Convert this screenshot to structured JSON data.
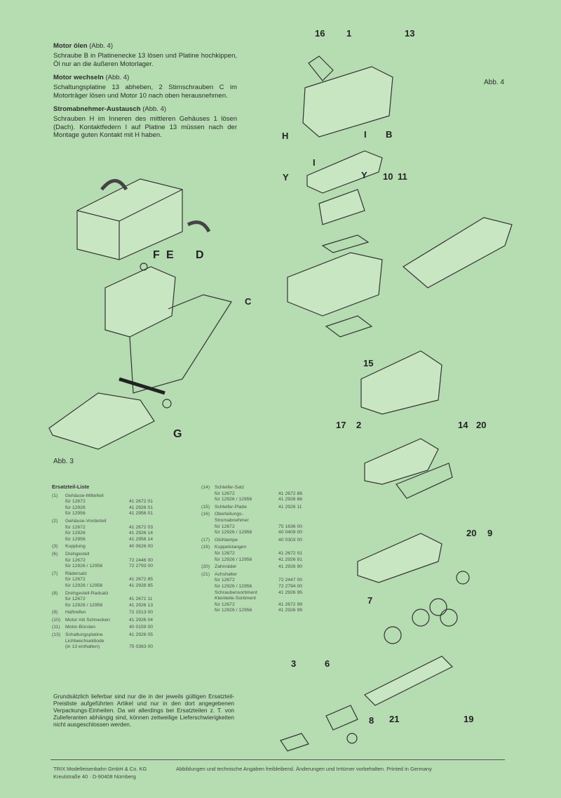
{
  "sections": [
    {
      "title": "Motor ölen",
      "ref": "(Abb. 4)",
      "text": "Schraube B in Platinenecke 13 lösen und Platine hochkippen, Öl nur an die äußeren Motorlager."
    },
    {
      "title": "Motor wechseln",
      "ref": "(Abb. 4)",
      "text": "Schaltungsplatine 13 abheben, 2 Stirnschrauben C im Motorträger lösen und Motor 10 nach oben herausnehmen."
    },
    {
      "title": "Stromabnehmer-Austausch",
      "ref": "(Abb. 4)",
      "text": "Schrauben H im Inneren des mittleren Gehäuses 1 lösen (Dach). Kontaktfedern I auf Platine 13 müssen nach der Montage guten Kontakt mit H haben."
    }
  ],
  "figures": {
    "abb3": "Abb. 3",
    "abb4": "Abb. 4"
  },
  "labels": {
    "l16": "16",
    "l1": "1",
    "l13": "13",
    "H": "H",
    "I1": "I",
    "B": "B",
    "I2": "I",
    "Y1": "Y",
    "Y2": "Y",
    "l10": "10",
    "l11": "11",
    "F": "F",
    "E": "E",
    "D": "D",
    "C": "C",
    "l15": "15",
    "G": "G",
    "l17": "17",
    "l2": "2",
    "l14": "14",
    "l20a": "20",
    "l20b": "20",
    "l9": "9",
    "l7": "7",
    "l3": "3",
    "l6": "6",
    "l8": "8",
    "l21": "21",
    "l19": "19"
  },
  "parts_title": "Ersatzteil-Liste",
  "parts_left": [
    {
      "n": "(1)",
      "t": "Gehäuse-Mittelteil",
      "c": ""
    },
    {
      "n": "",
      "t": "für 12672",
      "c": "41 2672 01"
    },
    {
      "n": "",
      "t": "für 12926",
      "c": "41 2926 01"
    },
    {
      "n": "",
      "t": "für 12956",
      "c": "41 2956 01"
    },
    {
      "n": "(2)",
      "t": "Gehäuse-Vorderteil",
      "c": ""
    },
    {
      "n": "",
      "t": "für 12672",
      "c": "41 2672 03"
    },
    {
      "n": "",
      "t": "für 12926",
      "c": "41 2926 14"
    },
    {
      "n": "",
      "t": "für 12956",
      "c": "41 2956 14"
    },
    {
      "n": "(3)",
      "t": "Kupplung",
      "c": "40 0626 00"
    },
    {
      "n": "(6)",
      "t": "Drehgestell",
      "c": ""
    },
    {
      "n": "",
      "t": "für 12672",
      "c": "72 2446 00"
    },
    {
      "n": "",
      "t": "für 12926 / 12956",
      "c": "72 2793 00"
    },
    {
      "n": "(7)",
      "t": "Rädersatz",
      "c": ""
    },
    {
      "n": "",
      "t": "für 12672",
      "c": "41 2672 85"
    },
    {
      "n": "",
      "t": "für 12926 / 12956",
      "c": "41 2928 85"
    },
    {
      "n": "(8)",
      "t": "Drehgestell-Radsatz",
      "c": ""
    },
    {
      "n": "",
      "t": "für 12672",
      "c": "41 2672 11"
    },
    {
      "n": "",
      "t": "für 12926 / 12956",
      "c": "41 2926 13"
    },
    {
      "n": "(9)",
      "t": "Haftreifen",
      "c": "72 1513 00"
    },
    {
      "n": "(10)",
      "t": "Motor mit Schnecken",
      "c": "41 2926 04"
    },
    {
      "n": "(11)",
      "t": "Motor-Bürsten",
      "c": "40 0159 00"
    },
    {
      "n": "(13)",
      "t": "Schaltungsplatine",
      "c": "41 2926 05"
    },
    {
      "n": "",
      "t": "Lichtwechseldiode",
      "c": ""
    },
    {
      "n": "",
      "t": "(in 13 enthalten)",
      "c": "75 0363 00"
    }
  ],
  "parts_right": [
    {
      "n": "(14)",
      "t": "Schleifer-Satz",
      "c": ""
    },
    {
      "n": "",
      "t": "für 12672",
      "c": "41 2672 86"
    },
    {
      "n": "",
      "t": "für 12926 / 12956",
      "c": "41 2926 86"
    },
    {
      "n": "(15)",
      "t": "Schleifer-Platte",
      "c": "41 2926 11"
    },
    {
      "n": "(16)",
      "t": "Oberleitungs-",
      "c": ""
    },
    {
      "n": "",
      "t": "Stromabnehmer",
      "c": ""
    },
    {
      "n": "",
      "t": "für 12672",
      "c": "75 1636 00"
    },
    {
      "n": "",
      "t": "für 12926 / 12956",
      "c": "40 0409 00"
    },
    {
      "n": "(17)",
      "t": "Glühlampe",
      "c": "40 0303 00"
    },
    {
      "n": "(19)",
      "t": "Kuppelstangen",
      "c": ""
    },
    {
      "n": "",
      "t": "für 12672",
      "c": "41 2672 91"
    },
    {
      "n": "",
      "t": "für 12926 / 12956",
      "c": "41 2926 91"
    },
    {
      "n": "(20)",
      "t": "Zahnräder",
      "c": "41 2926 90"
    },
    {
      "n": "(21)",
      "t": "Achshalter",
      "c": ""
    },
    {
      "n": "",
      "t": "für 12672",
      "c": "72 2447 00"
    },
    {
      "n": "",
      "t": "für 12926 / 12956",
      "c": "72 2794 00"
    },
    {
      "n": "",
      "t": "Schraubensortiment",
      "c": "41 2926 95"
    },
    {
      "n": "",
      "t": "Kleinteile-Sortiment",
      "c": ""
    },
    {
      "n": "",
      "t": "für 12672",
      "c": "41 2672 99"
    },
    {
      "n": "",
      "t": "für 12926 / 12956",
      "c": "41 2926 99"
    }
  ],
  "note": "Grundsätzlich lieferbar sind nur die in der jeweils gültigen Ersatzteil-Preisliste aufgeführten Artikel und nur in den dort angegebenen Verpackungs-Einheiten. Da wir allerdings bei Ersatzteilen z. T. von Zulieferanten abhängig sind, können zeitweilige Lieferschwierigkeiten nicht ausgeschlossen werden.",
  "footer": {
    "company": "TRIX Modelleisenbahn GmbH & Co. KG",
    "address": "Kreulstraße 40 · D-90408 Nürnberg",
    "disclaimer": "Abbildungen und technische Angaben freibleibend. Änderungen und Irrtümer vorbehalten. Printed in Germany"
  }
}
